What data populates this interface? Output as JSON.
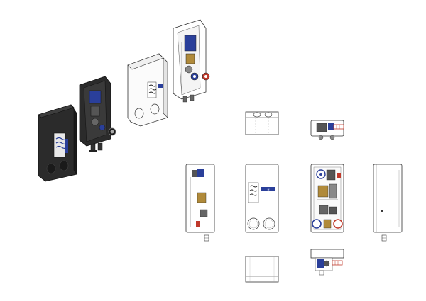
{
  "drawing": {
    "brand_mark": "≋",
    "colors": {
      "background": "#ffffff",
      "outline": "#3a3a3a",
      "black_housing": "#2b2b2b",
      "black_housing_dark": "#1a1a1a",
      "pump_blue": "#2a3f9a",
      "fitting_red": "#c0392b",
      "brass": "#b08a3a"
    },
    "views": {
      "iso_black_housing": "isometric-black-housing",
      "iso_black_open": "isometric-black-open",
      "iso_white_cover": "isometric-white-cover",
      "iso_white_open": "isometric-white-open",
      "top_cover": "top-view-cover",
      "top_unit": "top-view-unit",
      "left_unit": "left-side-view",
      "front_cover": "front-view-cover",
      "front_open": "front-view-open",
      "right_side": "right-side-view",
      "bottom_cover": "bottom-view-cover",
      "bottom_unit": "bottom-view-unit"
    }
  }
}
